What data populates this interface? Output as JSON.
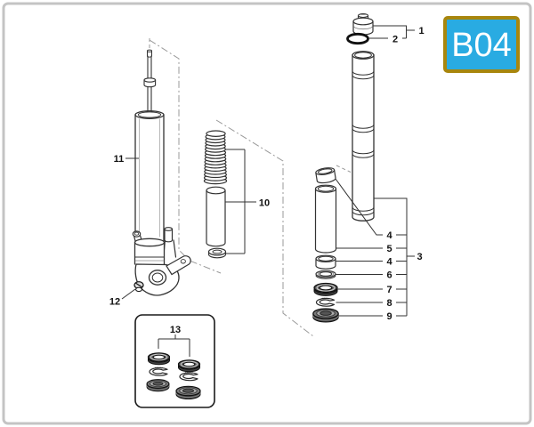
{
  "page": {
    "badge_label": "B04"
  },
  "diagram": {
    "callouts": {
      "c1": "1",
      "c2": "2",
      "c3": "3",
      "c4a": "4",
      "c4b": "4",
      "c5": "5",
      "c6": "6",
      "c7": "7",
      "c8": "8",
      "c9": "9",
      "c10": "10",
      "c11": "11",
      "c12": "12",
      "c13": "13"
    },
    "colors": {
      "badge_fill": "#29ABE2",
      "badge_border": "#A8860D",
      "badge_text": "#FFFFFF",
      "outline": "#333333",
      "axis_line": "#999999",
      "seal_dark": "#5A5A5A",
      "frame_border": "#C4C4C4"
    }
  }
}
